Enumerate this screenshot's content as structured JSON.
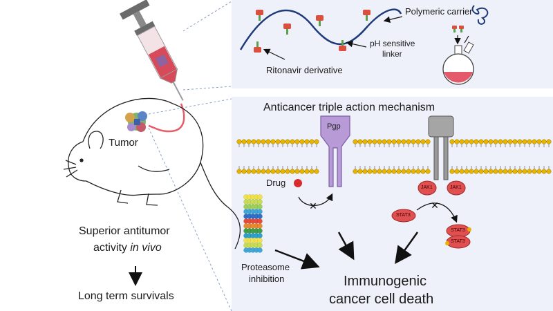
{
  "top_panel": {
    "polymeric_carrier": "Polymeric carrier",
    "ph_sensitive": "pH sensitive",
    "linker": "linker",
    "ritonavir": "Ritonavir derivative"
  },
  "mechanism": {
    "title": "Anticancer triple action mechanism",
    "pgp": "Pgp",
    "drug": "Drug",
    "jak1_left": "JAK1",
    "jak1_right": "JAK1",
    "stat3_a": "STAT3",
    "stat3_b": "STAT3",
    "stat3_c": "STAT3",
    "proteasome_line1": "Proteasome",
    "proteasome_line2": "inhibition",
    "outcome_line1": "Immunogenic",
    "outcome_line2": "cancer cell death"
  },
  "left": {
    "tumor": "Tumor",
    "superior_line1": "Superior antitumor",
    "superior_line2_prefix": "activity",
    "superior_line2_italic": "in vivo",
    "long_term": "Long term survivals"
  },
  "colors": {
    "panel_bg": "#eef1f9",
    "polymer": "#1e3a7a",
    "drug_red": "#d92b2b",
    "pgp_purple": "#b79ad6",
    "membrane_head": "#e8b400",
    "stat3": "#e05050"
  }
}
